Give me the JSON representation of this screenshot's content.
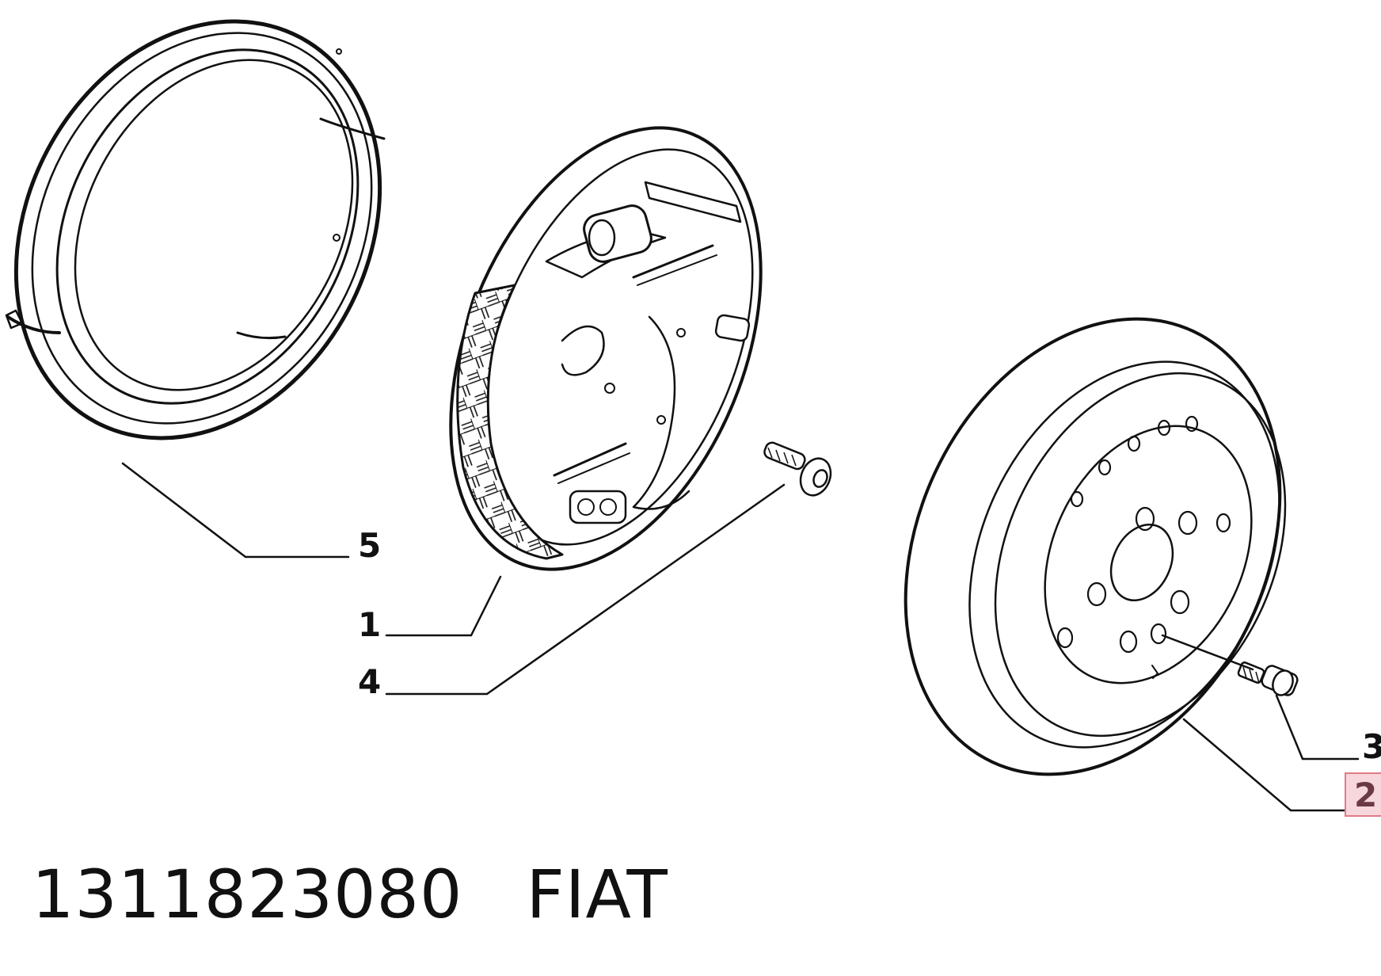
{
  "callouts": {
    "c1": "1",
    "c2": "2",
    "c3": "3",
    "c4": "4",
    "c5": "5"
  },
  "footer": {
    "part_number": "1311823080",
    "brand": "FIAT"
  },
  "colors": {
    "line": "#111111",
    "highlight_fill": "#f8d7dc",
    "highlight_border": "#e07a8a"
  }
}
